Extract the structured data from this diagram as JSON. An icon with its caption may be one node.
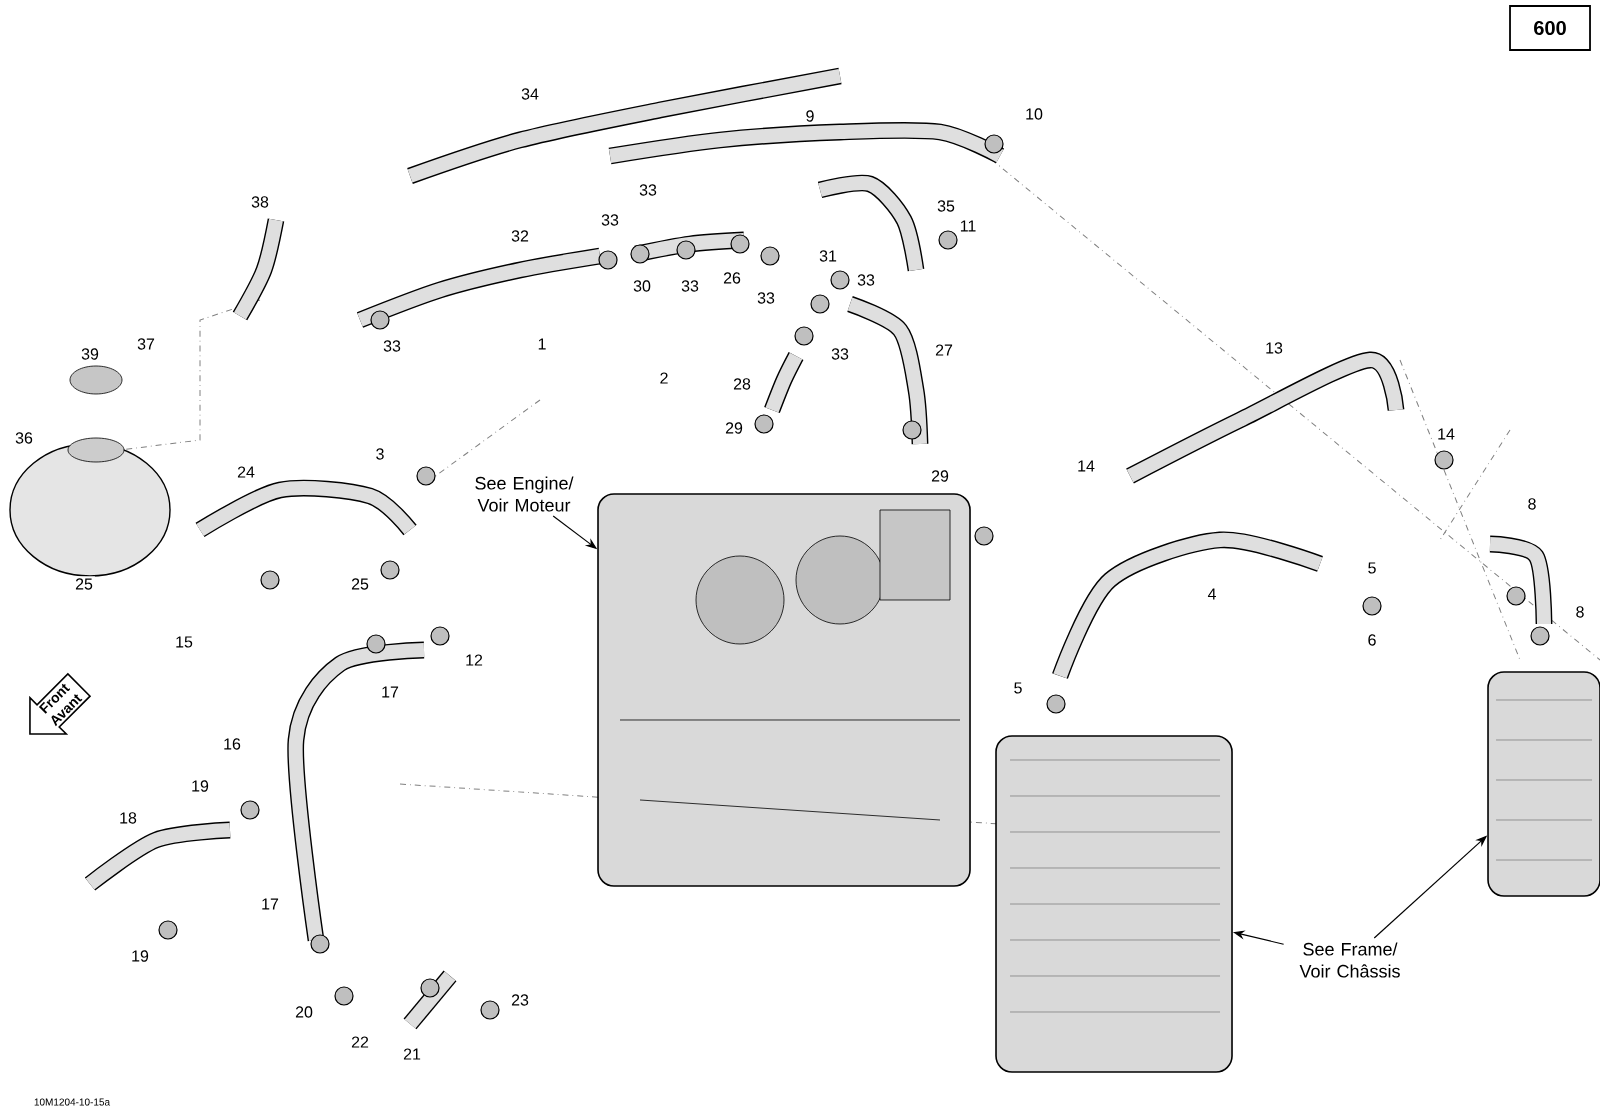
{
  "diagram": {
    "nodes": [
      {
        "text": [
          "600"
        ]
      },
      {
        "text": [
          "See Engine/ Voir Moteur"
        ]
      },
      {
        "text": [],
        "shape": "picture"
      },
      {
        "text": [
          "See Frame/ Voir Châssis"
        ]
      },
      {
        "text": [],
        "shape": "picture"
      },
      {
        "text": [
          "Front Avant"
        ]
      },
      {
        "text": [],
        "shape": "picture"
      }
    ],
    "edges": [
      {
        "from": 1,
        "to": 2,
        "arrow": "to"
      },
      {
        "from": 3,
        "to": 4,
        "arrow": "to"
      },
      {
        "from": 3,
        "to": 6,
        "arrow": "to"
      }
    ],
    "labels": [
      "34",
      "9",
      "10",
      "38",
      "32",
      "33",
      "33",
      "35",
      "11",
      "30",
      "33",
      "26",
      "33",
      "31",
      "33",
      "39",
      "37",
      "33",
      "1",
      "2",
      "28",
      "33",
      "27",
      "13",
      "36",
      "24",
      "3",
      "29",
      "29",
      "14",
      "14",
      "8",
      "25",
      "25",
      "4",
      "5",
      "8",
      "15",
      "17",
      "12",
      "5",
      "6",
      "16",
      "19",
      "18",
      "17",
      "19",
      "20",
      "23",
      "22",
      "21",
      "10M1204-10-15a"
    ]
  }
}
